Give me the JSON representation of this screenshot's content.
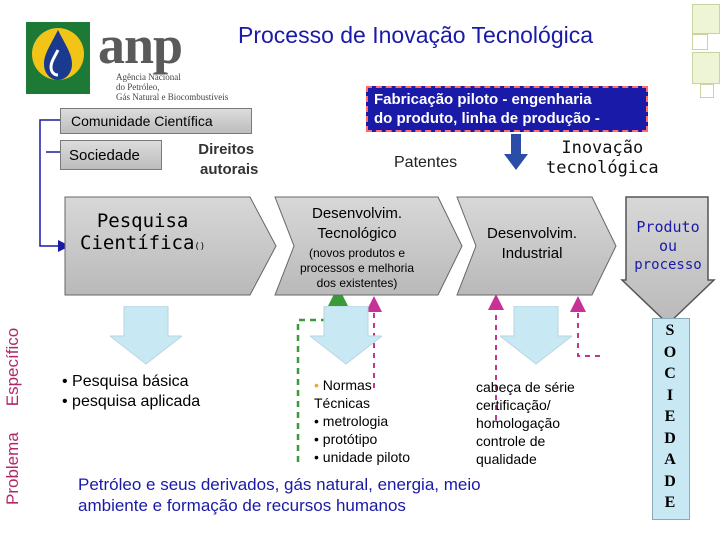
{
  "title": "Processo de Inovação Tecnológica",
  "logo": {
    "name": "anp",
    "line1": "Agência Nacional",
    "line2": "do Petróleo,",
    "line3": "Gás Natural e Biocombustíveis"
  },
  "labels": {
    "comunidade": "Comunidade Científica",
    "sociedade": "Sociedade",
    "direitos": [
      "Direitos",
      "autorais"
    ],
    "fabricacao": [
      "Fabricação piloto - engenharia",
      "do produto, linha de produção -"
    ],
    "patentes": "Patentes",
    "inovacao": [
      "Inovação",
      "tecnológica"
    ],
    "pesquisa": [
      "Pesquisa",
      "Científica"
    ],
    "pesquisa_suffix": "()",
    "desenv_tec": [
      "Desenvolvim.",
      "Tecnológico"
    ],
    "desenv_tec_sub": [
      "(novos produtos e",
      "processos e melhoria",
      "dos existentes)"
    ],
    "desenv_ind": [
      "Desenvolvim.",
      "Industrial"
    ],
    "produto": [
      "Produto",
      "ou",
      "processo"
    ],
    "problema": "Problema",
    "especifico": "Específico",
    "sociedade_vertical": [
      "S",
      "O",
      "C",
      "I",
      "E",
      "D",
      "A",
      "D",
      "E"
    ],
    "pesquisa_list": [
      "• Pesquisa básica",
      "• pesquisa aplicada"
    ],
    "normas_bullet": "•",
    "normas_list": [
      "Normas",
      "Técnicas",
      "• metrologia",
      "• protótipo",
      "• unidade piloto"
    ],
    "industrial_list": [
      "cabeça de série",
      "certificação/",
      "homologação",
      "controle de",
      "qualidade"
    ],
    "bottom": [
      "Petróleo e seus derivados, gás natural, energia, meio",
      "ambiente e formação de recursos humanos"
    ]
  },
  "colors": {
    "title": "#1a1aa8",
    "accent_blue": "#1a1aa8",
    "arrow_blue": "#2a4ea8",
    "dash_green": "#3a9a3a",
    "dash_magenta": "#c83296",
    "box_gray": "#c8c8c8",
    "pastel_blue": "#c8e8f4"
  }
}
